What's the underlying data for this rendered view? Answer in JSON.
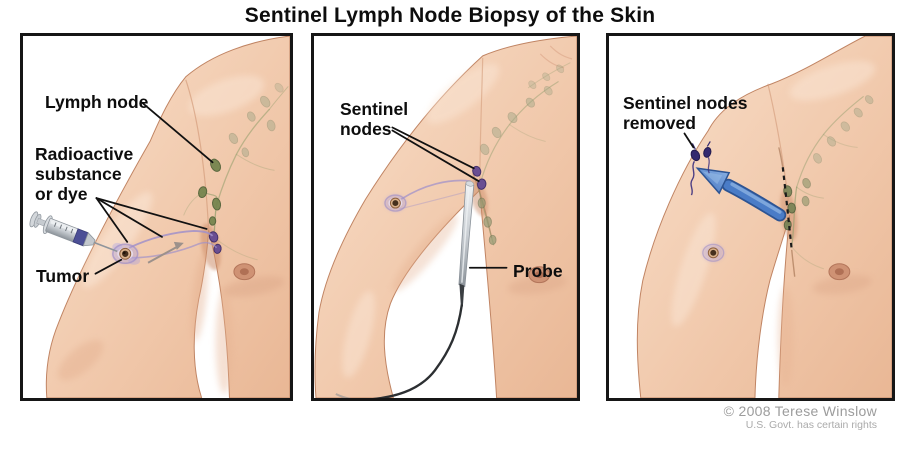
{
  "title": "Sentinel Lymph Node Biopsy of the Skin",
  "panels": {
    "injection": {
      "labels": {
        "lymph_node": "Lymph node",
        "radioactive": [
          "Radioactive",
          "substance",
          "or dye"
        ],
        "tumor": "Tumor"
      }
    },
    "detection": {
      "labels": {
        "sentinel": [
          "Sentinel",
          "nodes"
        ],
        "probe": "Probe"
      }
    },
    "removal": {
      "labels": {
        "removed": [
          "Sentinel nodes",
          "removed"
        ]
      }
    }
  },
  "credit": {
    "copyright": "© 2008 Terese Winslow",
    "rights": "U.S. Govt. has certain rights"
  },
  "colors": {
    "skin": "#f1c9ac",
    "skin_shadow": "#cd8f6c",
    "lymph_node_green": "#76854f",
    "sentinel_purple": "#6a4e92",
    "dye_lavender": "#a191c9",
    "arrow_blue": "#4a7cc7",
    "label_text": "#0d0d0d",
    "credit_gray": "#9c9c9c"
  }
}
